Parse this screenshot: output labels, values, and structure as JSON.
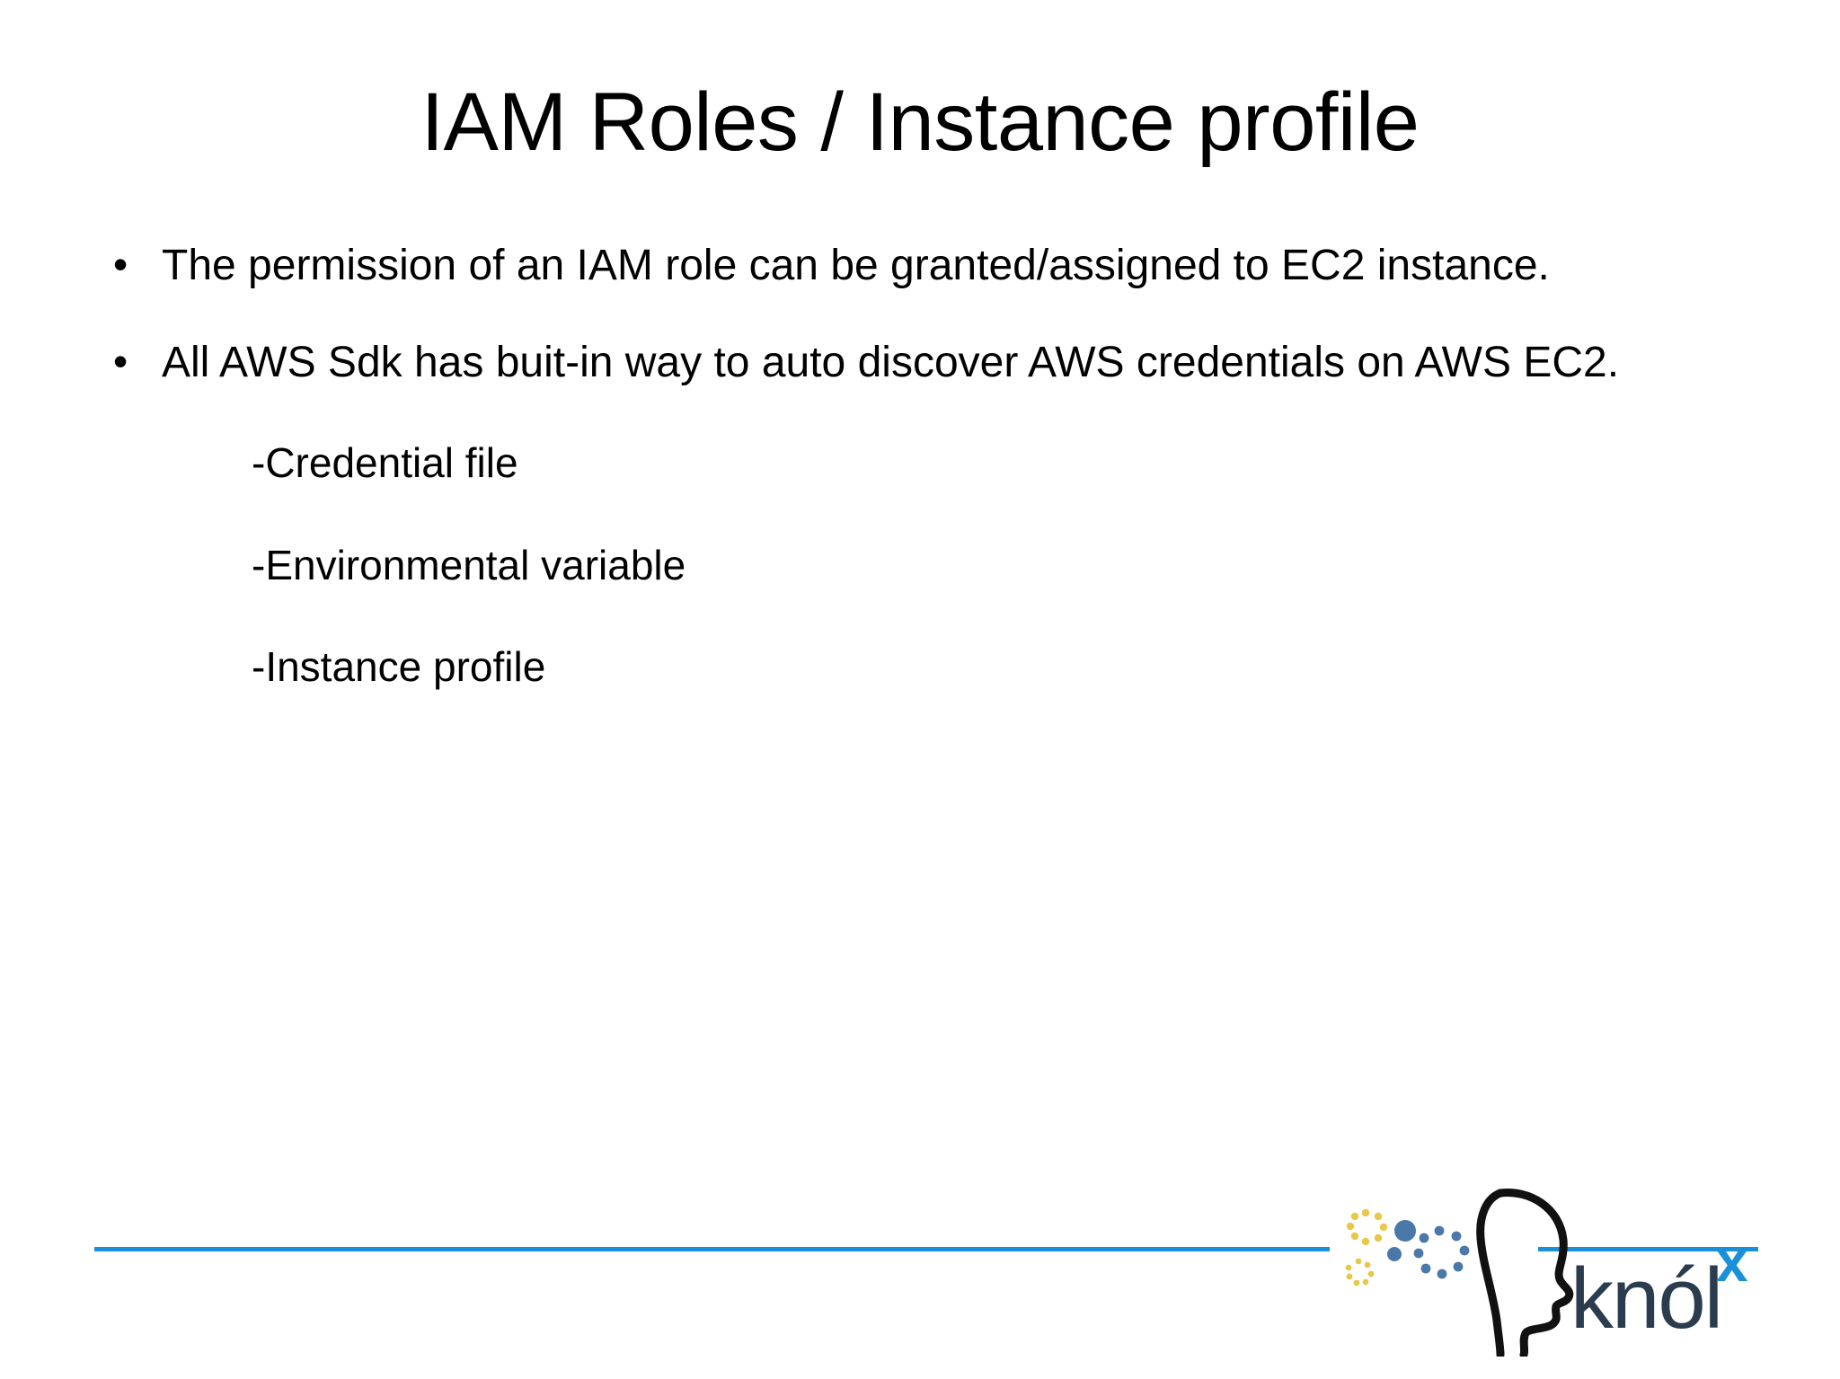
{
  "slide": {
    "title": "IAM Roles / Instance profile",
    "bullet_marker": "•",
    "bullets": [
      {
        "text": "The permission of an IAM role can be granted/assigned to EC2 instance."
      },
      {
        "text": "All AWS Sdk has buit-in way to auto discover AWS credentials on AWS EC2."
      }
    ],
    "sub_items": [
      "-Credential file",
      "-Environmental variable",
      "-Instance profile"
    ]
  },
  "footer": {
    "logo_word": "knól",
    "logo_x": "x",
    "rule_color": "#1a90d8",
    "logo_word_color": "#2b3c4e",
    "logo_gear_yellow": "#e8c84a",
    "logo_gear_blue": "#4a78a8"
  }
}
